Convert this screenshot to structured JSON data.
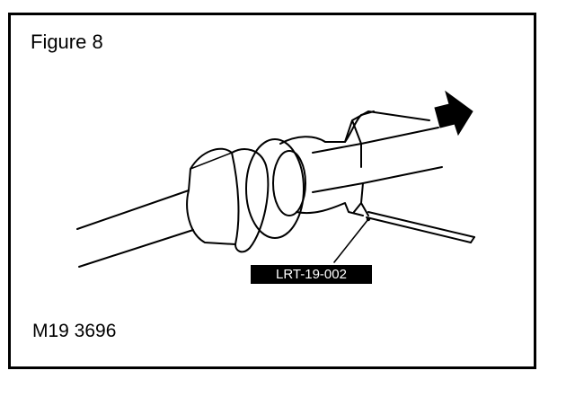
{
  "figure": {
    "title": "Figure 8",
    "reference": "M19 3696",
    "tool_label": "LRT-19-002"
  },
  "icons": {
    "arrow": "direction-arrow-icon"
  },
  "colors": {
    "line": "#000000",
    "background": "#ffffff",
    "label_background": "#000000",
    "label_text": "#ffffff"
  }
}
